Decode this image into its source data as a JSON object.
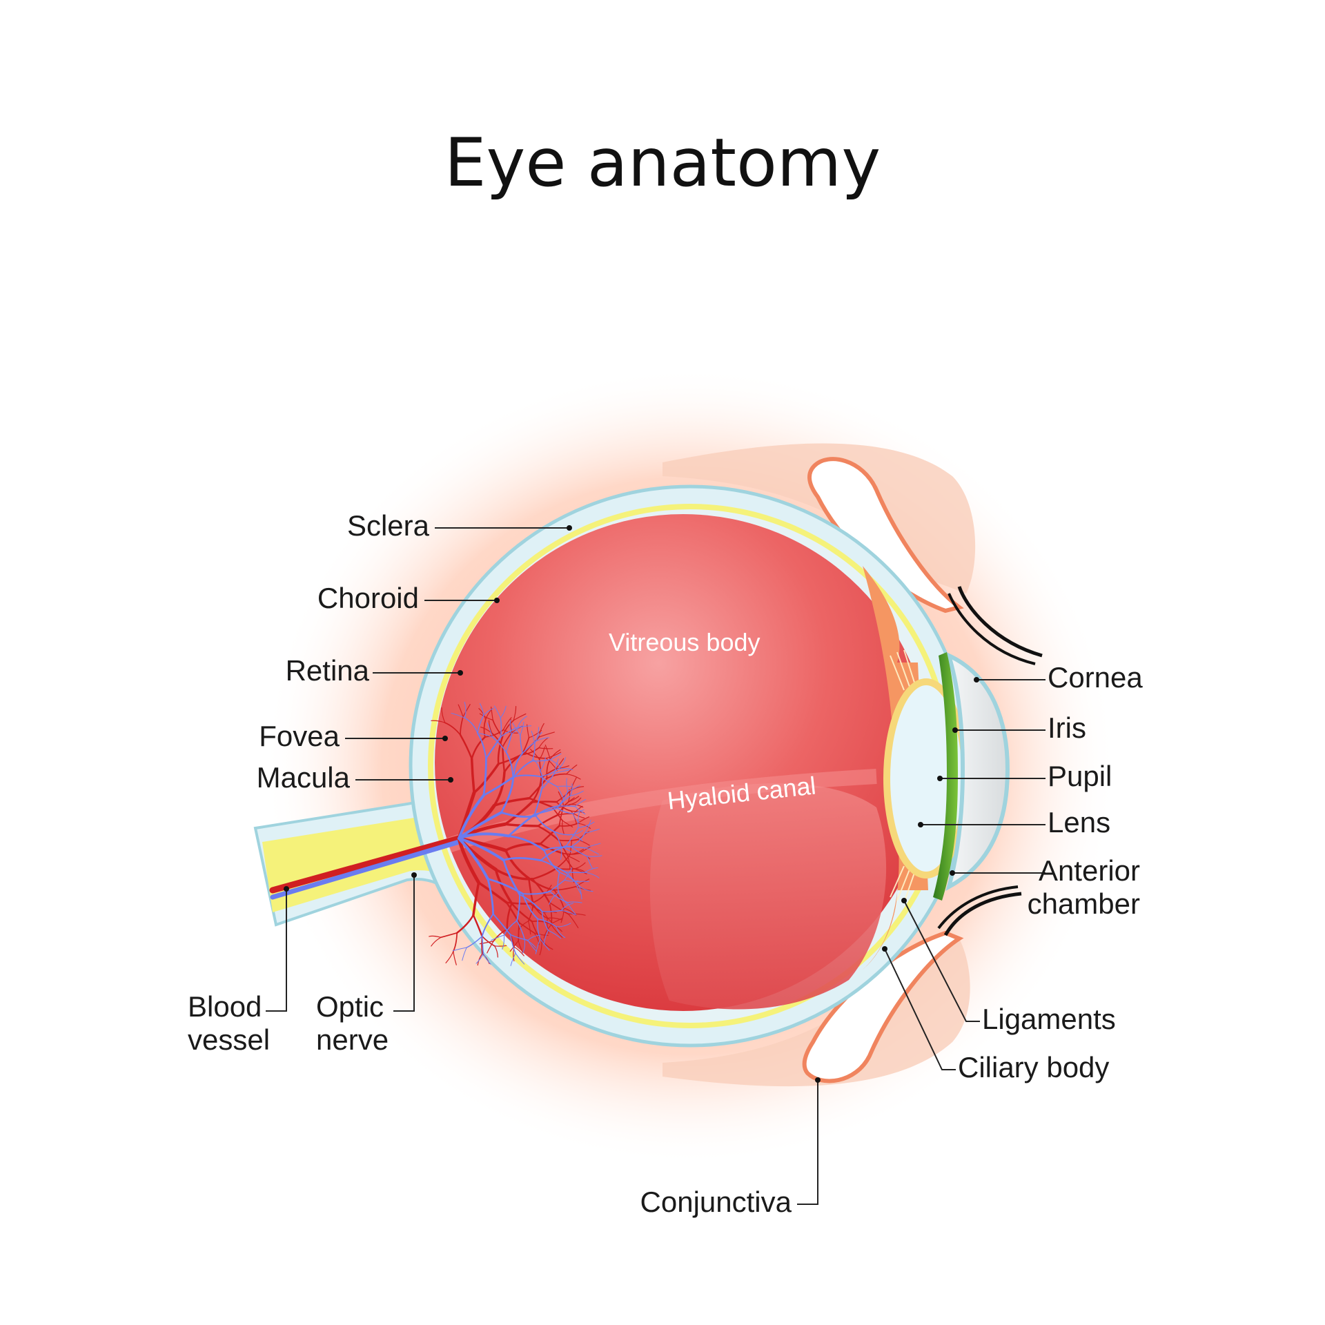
{
  "title": "Eye anatomy",
  "labels": {
    "sclera": "Sclera",
    "choroid": "Choroid",
    "retina": "Retina",
    "fovea": "Fovea",
    "macula": "Macula",
    "blood_vessel": "Blood\nvessel",
    "optic_nerve": "Optic\nnerve",
    "cornea": "Cornea",
    "iris": "Iris",
    "pupil": "Pupil",
    "lens": "Lens",
    "anterior_chamber": "Anterior\nchamber",
    "ligaments": "Ligaments",
    "ciliary_body": "Ciliary body",
    "conjunctiva": "Conjunctiva",
    "vitreous_body": "Vitreous body",
    "hyaloid_canal": "Hyaloid canal"
  },
  "colors": {
    "vitreous": "#e8565a",
    "sclera": "#dff1f6",
    "choroid_yellow": "#f7f27a",
    "glow": "#ffb89a",
    "skin": "#f9d3c0",
    "skin_outline": "#f4906a",
    "iris": "#4a9a2a",
    "lens": "#e3f2f8",
    "vein": "#6a7cf0",
    "artery": "#d01f22"
  }
}
